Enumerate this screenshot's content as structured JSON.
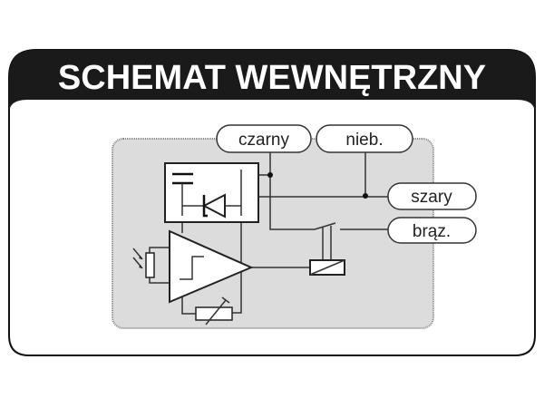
{
  "title": "SCHEMAT WEWNĘTRZNY",
  "wires": {
    "black": "czarny",
    "blue": "nieb.",
    "grey": "szary",
    "brown": "brąz."
  },
  "colors": {
    "header": "#1a1a1a",
    "panel": "#dcdcdc"
  }
}
